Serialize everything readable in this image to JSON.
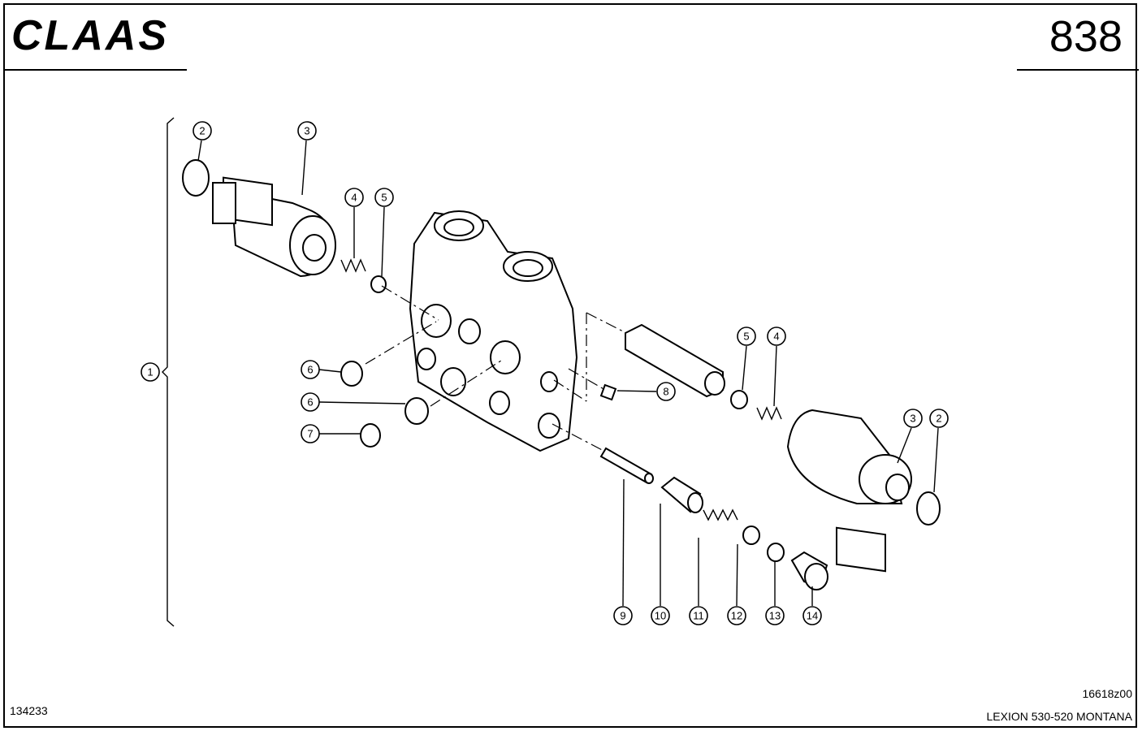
{
  "header": {
    "brand": "CLAAS",
    "page_number": "838"
  },
  "footer": {
    "doc_id": "134233",
    "drawing_id": "16618z00",
    "model": "LEXION 530-520 MONTANA"
  },
  "callouts": [
    "1",
    "2",
    "3",
    "4",
    "5",
    "6",
    "7",
    "8",
    "9",
    "10",
    "11",
    "12",
    "13",
    "14"
  ]
}
